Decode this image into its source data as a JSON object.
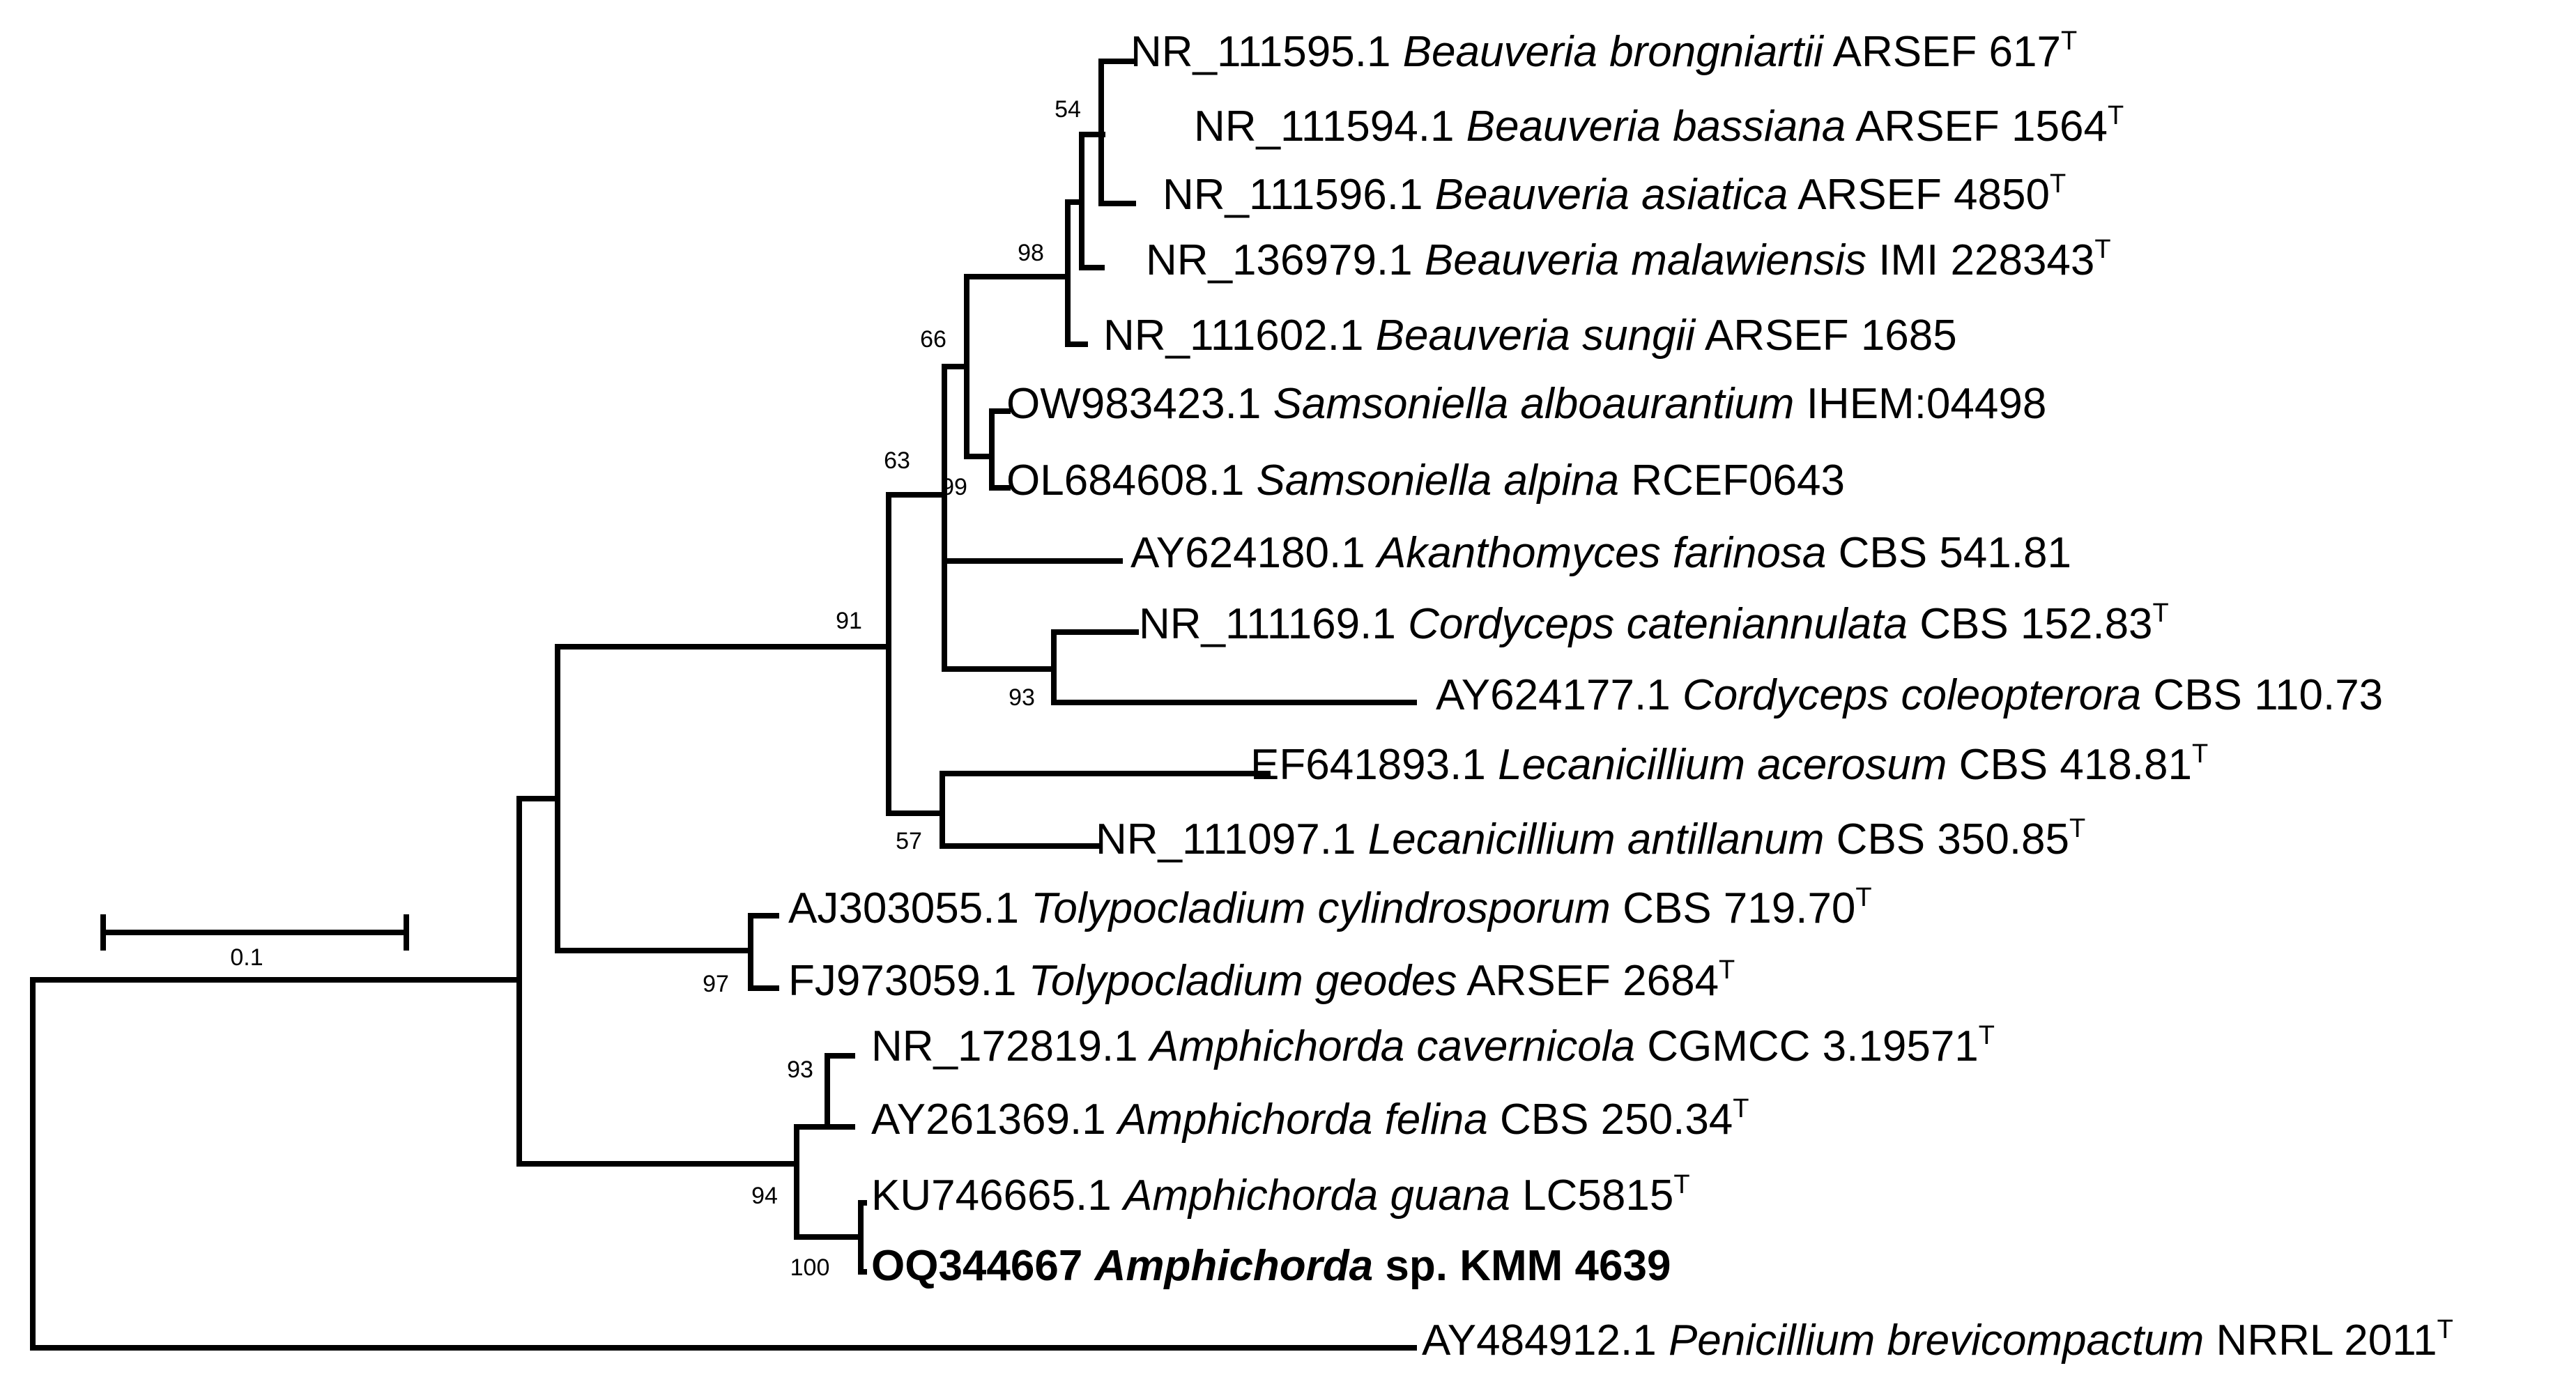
{
  "scale_bar": {
    "label": "0.1"
  },
  "taxa": [
    {
      "id": "t1",
      "acc": "NR_111595.1",
      "species": "Beauveria brongniartii",
      "strain": "ARSEF 617",
      "type": "T",
      "bold": false
    },
    {
      "id": "t2",
      "acc": "NR_111594.1",
      "species": "Beauveria bassiana",
      "strain": "ARSEF 1564",
      "type": "T",
      "bold": false
    },
    {
      "id": "t3",
      "acc": "NR_111596.1",
      "species": "Beauveria asiatica",
      "strain": "ARSEF 4850",
      "type": "T",
      "bold": false
    },
    {
      "id": "t4",
      "acc": "NR_136979.1",
      "species": "Beauveria malawiensis",
      "strain": "IMI 228343",
      "type": "T",
      "bold": false
    },
    {
      "id": "t5",
      "acc": "NR_111602.1",
      "species": "Beauveria sungii",
      "strain": "ARSEF 1685",
      "type": "",
      "bold": false
    },
    {
      "id": "t6",
      "acc": "OW983423.1",
      "species": "Samsoniella alboaurantium",
      "strain": "IHEM:04498",
      "type": "",
      "bold": false
    },
    {
      "id": "t7",
      "acc": "OL684608.1",
      "species": "Samsoniella alpina",
      "strain": "RCEF0643",
      "type": "",
      "bold": false
    },
    {
      "id": "t8",
      "acc": "AY624180.1",
      "species": "Akanthomyces farinosa",
      "strain": "CBS 541.81",
      "type": "",
      "bold": false
    },
    {
      "id": "t9",
      "acc": "NR_111169.1",
      "species": "Cordyceps cateniannulata",
      "strain": "CBS 152.83",
      "type": "T",
      "bold": false
    },
    {
      "id": "t10",
      "acc": "AY624177.1",
      "species": "Cordyceps coleopterora",
      "strain": "CBS 110.73",
      "type": "",
      "bold": false
    },
    {
      "id": "t11",
      "acc": "EF641893.1",
      "species": "Lecanicillium acerosum",
      "strain": "CBS 418.81",
      "type": "T",
      "bold": false
    },
    {
      "id": "t12",
      "acc": "NR_111097.1",
      "species": "Lecanicillium antillanum",
      "strain": "CBS 350.85",
      "type": "T",
      "bold": false
    },
    {
      "id": "t13",
      "acc": "AJ303055.1",
      "species": "Tolypocladium cylindrosporum",
      "strain": "CBS 719.70",
      "type": "T",
      "bold": false
    },
    {
      "id": "t14",
      "acc": "FJ973059.1",
      "species": "Tolypocladium geodes",
      "strain": "ARSEF 2684",
      "type": "T",
      "bold": false
    },
    {
      "id": "t15",
      "acc": "NR_172819.1",
      "species": "Amphichorda cavernicola",
      "strain": "CGMCC 3.19571",
      "type": "T",
      "bold": false
    },
    {
      "id": "t16",
      "acc": "AY261369.1",
      "species": "Amphichorda felina",
      "strain": "CBS 250.34",
      "type": "T",
      "bold": false
    },
    {
      "id": "t17",
      "acc": "KU746665.1",
      "species": "Amphichorda guana",
      "strain": "LC5815",
      "type": "T",
      "bold": false
    },
    {
      "id": "t18",
      "acc": "OQ344667",
      "species": "Amphichorda",
      "strain": "sp. KMM 4639",
      "type": "",
      "bold": true
    },
    {
      "id": "t19",
      "acc": "AY484912.1",
      "species": "Penicillium brevicompactum",
      "strain": "NRRL 2011",
      "type": "T",
      "bold": false
    }
  ],
  "bootstrap": [
    {
      "id": "b54",
      "value": "54"
    },
    {
      "id": "b98",
      "value": "98"
    },
    {
      "id": "b66",
      "value": "66"
    },
    {
      "id": "b99",
      "value": "99"
    },
    {
      "id": "b63",
      "value": "63"
    },
    {
      "id": "b91",
      "value": "91"
    },
    {
      "id": "b93a",
      "value": "93"
    },
    {
      "id": "b57",
      "value": "57"
    },
    {
      "id": "b97",
      "value": "97"
    },
    {
      "id": "b93b",
      "value": "93"
    },
    {
      "id": "b94",
      "value": "94"
    },
    {
      "id": "b100",
      "value": "100"
    }
  ]
}
